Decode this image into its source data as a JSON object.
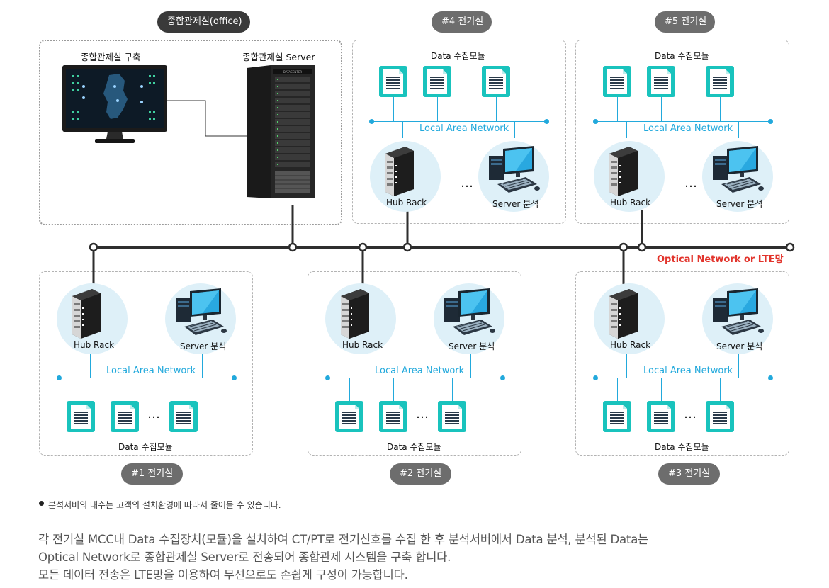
{
  "pills": {
    "office": "종합관제실(office)",
    "room4": "#4 전기실",
    "room5": "#5 전기실",
    "room1": "#1 전기실",
    "room2": "#2 전기실",
    "room3": "#3 전기실"
  },
  "office": {
    "monitor_label": "종합관제실 구축",
    "server_label": "종합관제실 Server",
    "server_brand": "DATACENTER"
  },
  "labels": {
    "data_module": "Data  수집모듈",
    "lan": "Local Area Network",
    "hub_rack": "Hub Rack",
    "server_analysis": "Server 분석",
    "ellipsis": "…",
    "optical": "Optical Network or LTE망"
  },
  "note": "분석서버의 대수는 고객의  설치환경에 따라서 줄어들  수 있습니다.",
  "description": [
    "각 전기실 MCC내 Data 수집장치(모듈)을 설치하여 CT/PT로 전기신호를 수집 한 후 분석서버에서 Data 분석, 분석된 Data는",
    "Optical Network로 종합관제실 Server로 전송되어 종합관제 시스템을 구축 합니다.",
    "모든 데이터 전송은 LTE망을 이용하여 무선으로도 손쉽게 구성이 가능합니다."
  ],
  "colors": {
    "lan": "#22a9dc",
    "optical": "#e2342c",
    "pill_dark": "#3a3a3a",
    "pill_grey": "#6d6d6d",
    "icon_teal": "#1ec6c0",
    "circle_bg": "#def0f8"
  }
}
